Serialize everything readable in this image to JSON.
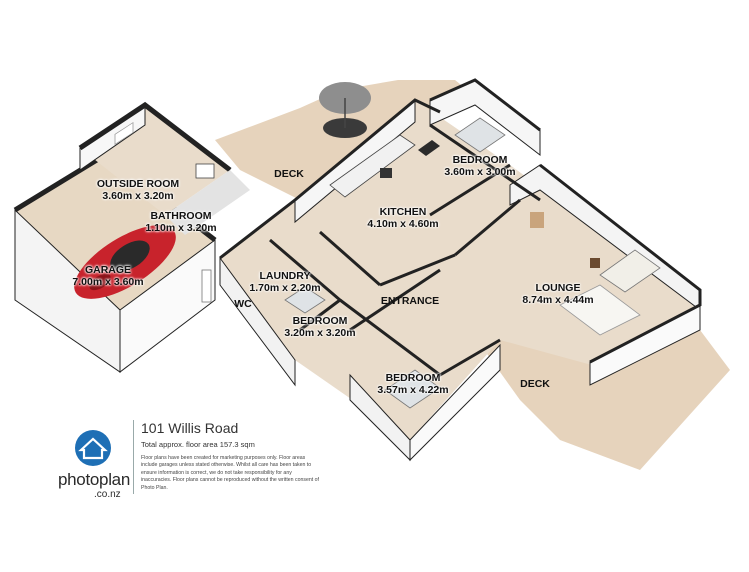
{
  "address": "101 Willis Road",
  "floor_area": "Total approx. floor area 157.3 sqm",
  "disclaimer": "Floor plans have been created for marketing purposes only. Floor areas include garages unless stated otherwise. Whilst all care has been taken to ensure information is correct, we do not take responsibility for any inaccuracies. Floor plans cannot be reproduced without the written consent of Photo Plan.",
  "brand": {
    "name": "photoplan",
    "domain": ".co.nz",
    "color": "#1e6fb5"
  },
  "colors": {
    "deck": "#e6d3bc",
    "floor": "#e9dccb",
    "wall": "#ffffff",
    "wall_edge": "#222222",
    "car": "#c8232c"
  },
  "rooms": [
    {
      "id": "outside-room",
      "name": "OUTSIDE ROOM",
      "size": "3.60m x 3.20m"
    },
    {
      "id": "bathroom",
      "name": "BATHROOM",
      "size": "1.10m x 3.20m"
    },
    {
      "id": "garage",
      "name": "GARAGE",
      "size": "7.00m x 3.60m"
    },
    {
      "id": "laundry",
      "name": "LAUNDRY",
      "size": "1.70m x 2.20m"
    },
    {
      "id": "bedroom-2",
      "name": "BEDROOM",
      "size": "3.20m x 3.20m"
    },
    {
      "id": "kitchen",
      "name": "KITCHEN",
      "size": "4.10m x 4.60m"
    },
    {
      "id": "bedroom-1",
      "name": "BEDROOM",
      "size": "3.60m x 3.00m"
    },
    {
      "id": "lounge",
      "name": "LOUNGE",
      "size": "8.74m x 4.44m"
    },
    {
      "id": "bedroom-3",
      "name": "BEDROOM",
      "size": "3.57m x 4.22m"
    }
  ],
  "areas": {
    "deck_top": "DECK",
    "deck_bottom": "DECK",
    "entrance": "ENTRANCE",
    "wc": "WC"
  }
}
